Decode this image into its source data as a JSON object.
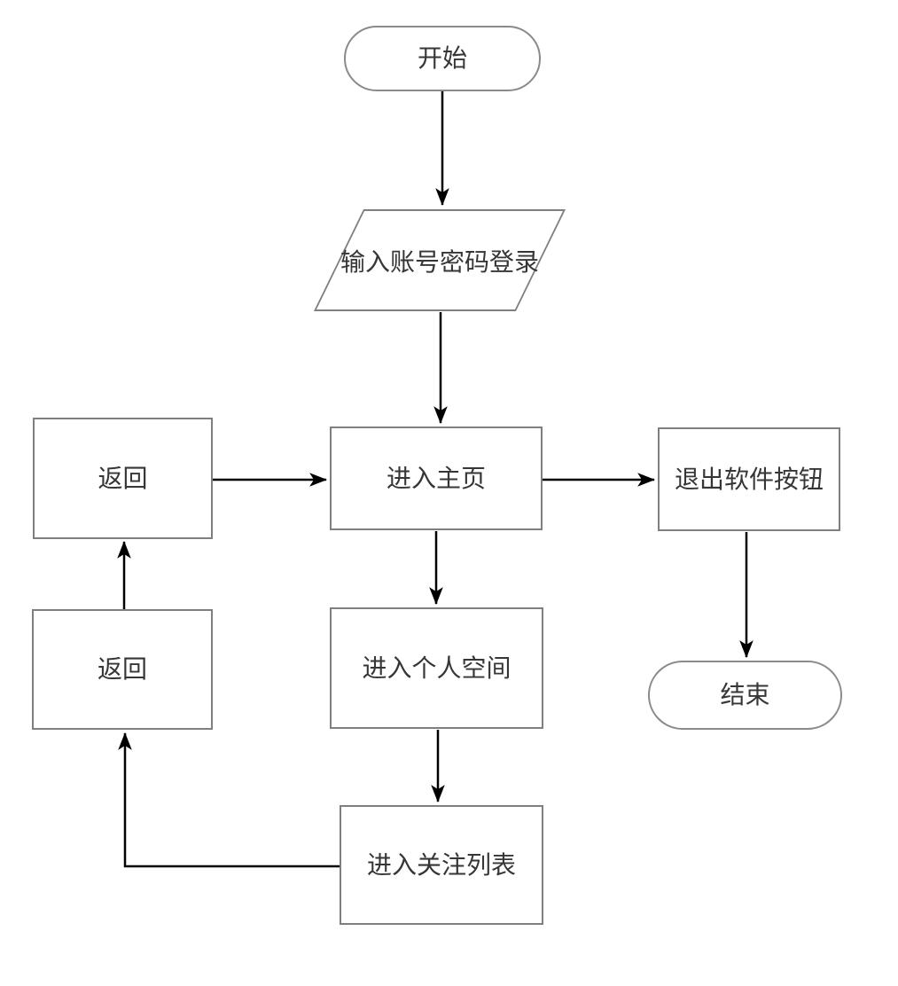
{
  "diagram": {
    "nodes": {
      "start": {
        "label": "开始",
        "shape": "terminator"
      },
      "input_login": {
        "label": "输入账号密码登录",
        "shape": "input-output"
      },
      "home": {
        "label": "进入主页",
        "shape": "process"
      },
      "back_upper": {
        "label": "返回",
        "shape": "process"
      },
      "back_lower": {
        "label": "返回",
        "shape": "process"
      },
      "exit_button": {
        "label": "退出软件按钮",
        "shape": "process"
      },
      "end": {
        "label": "结束",
        "shape": "terminator"
      },
      "personal_space": {
        "label": "进入个人空间",
        "shape": "process"
      },
      "follow_list": {
        "label": "进入关注列表",
        "shape": "process"
      }
    },
    "edges": [
      {
        "from": "start",
        "to": "input_login",
        "route": "down"
      },
      {
        "from": "input_login",
        "to": "home",
        "route": "down"
      },
      {
        "from": "back_upper",
        "to": "home",
        "route": "right"
      },
      {
        "from": "home",
        "to": "exit_button",
        "route": "right"
      },
      {
        "from": "home",
        "to": "personal_space",
        "route": "down"
      },
      {
        "from": "exit_button",
        "to": "end",
        "route": "down"
      },
      {
        "from": "personal_space",
        "to": "follow_list",
        "route": "down"
      },
      {
        "from": "follow_list",
        "to": "back_lower",
        "route": "left-then-up"
      },
      {
        "from": "back_lower",
        "to": "back_upper",
        "route": "up"
      }
    ],
    "colors": {
      "background": "#ffffff",
      "shape_border": "#7f7f7f",
      "shape_fill": "#ffffff",
      "connector": "#000000",
      "text": "#363636"
    }
  }
}
